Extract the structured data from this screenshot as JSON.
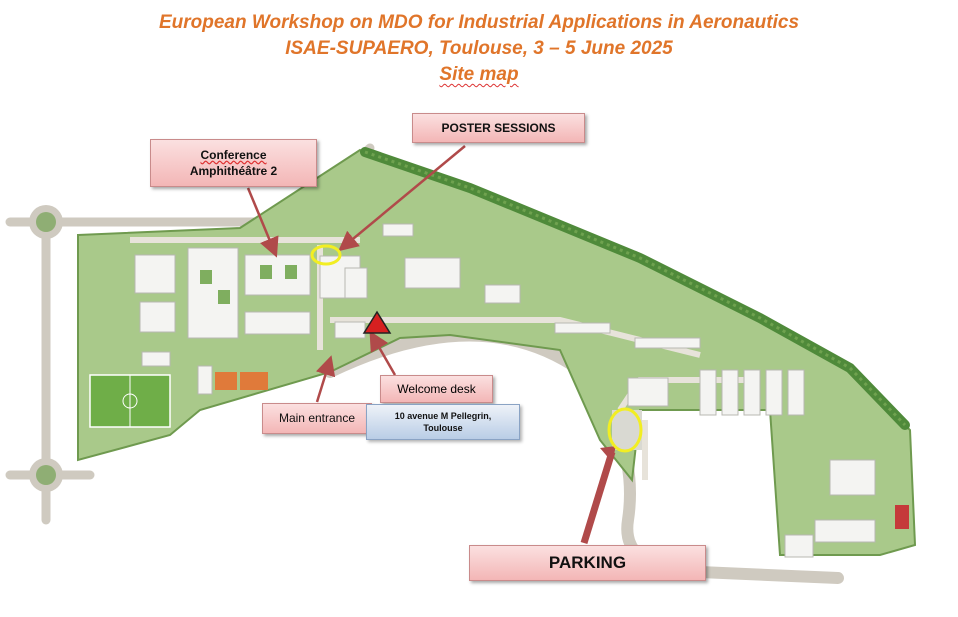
{
  "header": {
    "line1": "European Workshop on MDO for Industrial Applications in Aeronautics",
    "line2": "ISAE-SUPAERO, Toulouse, 3 – 5 June 2025",
    "line3": "Site map"
  },
  "labels": {
    "conference_line1": "Conference",
    "conference_line2": "Amphithéâtre 2",
    "poster_sessions": "POSTER SESSIONS",
    "welcome_desk": "Welcome desk",
    "main_entrance": "Main entrance",
    "address_line1": "10 avenue M Pellegrin,",
    "address_line2": "Toulouse",
    "parking": "PARKING"
  },
  "colors": {
    "title": "#e0752a",
    "label_fill": "#f3b6b6",
    "arrow": "#b04a4a",
    "highlight_circle": "#f2ee22",
    "marker": "#d62020",
    "campus_green": "#a9c98a",
    "road": "#cfcac0"
  },
  "icons": {
    "welcome_marker": "red-triangle-icon"
  }
}
